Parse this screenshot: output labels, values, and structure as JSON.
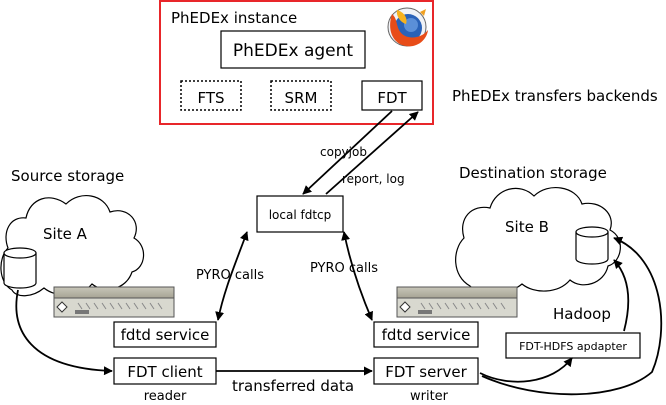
{
  "instance": {
    "title": "PhEDEx instance",
    "agent": "PhEDEx agent",
    "backends": [
      "FTS",
      "SRM",
      "FDT"
    ],
    "backends_label": "PhEDEx transfers backends"
  },
  "labels": {
    "copyjob": "copyjob",
    "report": "report, log",
    "local_fdtcp": "local fdtcp",
    "pyro_left": "PYRO calls",
    "pyro_right": "PYRO calls",
    "source_storage": "Source storage",
    "destination_storage": "Destination storage",
    "site_a": "Site A",
    "site_b": "Site B",
    "hadoop": "Hadoop",
    "hdfs_adapter": "FDT-HDFS apdapter",
    "fdtd_left": "fdtd service",
    "fdtd_right": "fdtd service",
    "fdt_client": "FDT client",
    "fdt_server": "FDT server",
    "transferred": "transferred data",
    "reader": "reader",
    "writer": "writer"
  },
  "colors": {
    "instance_border": "#e8262a",
    "server_body": "#d8d8cf",
    "server_band": "#b5b2a3"
  },
  "icons": {
    "logo": "firefox-logo-icon",
    "storage": "database-cylinder-icon",
    "server": "rack-server-icon"
  }
}
